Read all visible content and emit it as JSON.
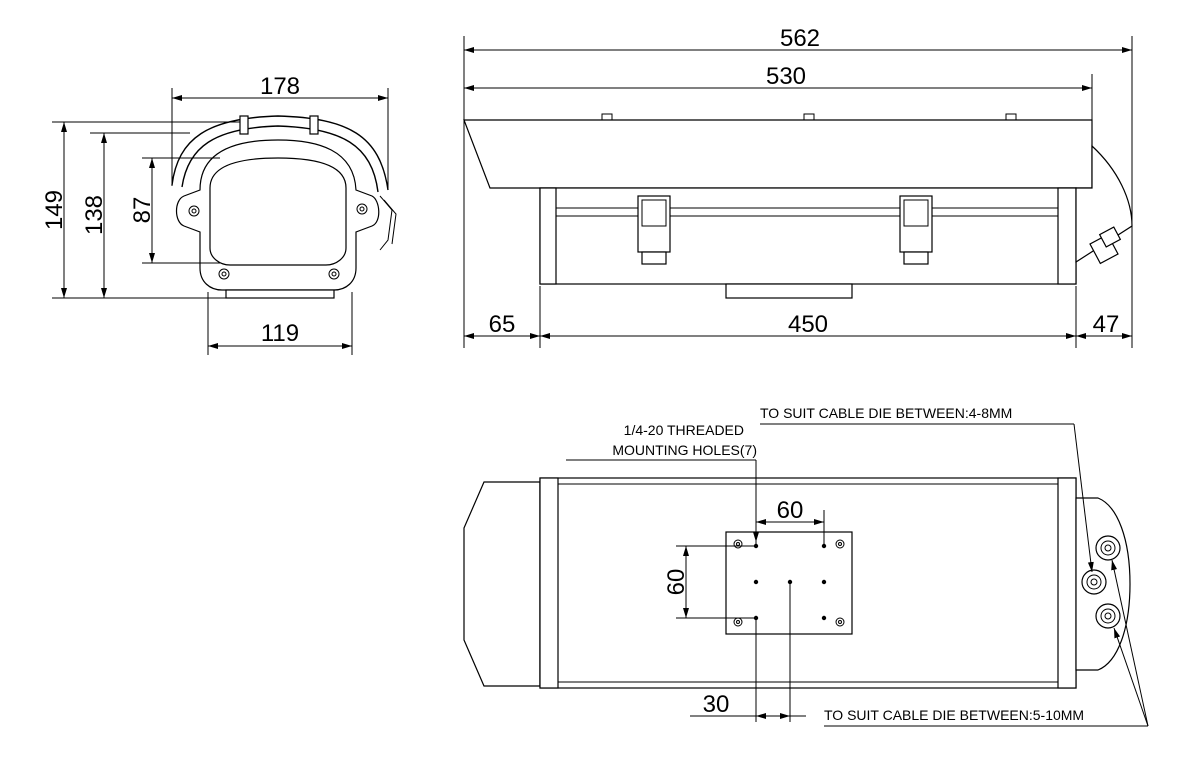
{
  "dimensions": {
    "front_width_top": "178",
    "front_height_total": "149",
    "front_height_body": "138",
    "front_height_window": "87",
    "front_width_base": "119",
    "side_overall_length": "562",
    "side_hood_length": "530",
    "side_front_offset": "65",
    "side_body_length": "450",
    "side_rear_offset": "47",
    "bottom_plate_width": "60",
    "bottom_plate_height": "60",
    "bottom_offset": "30"
  },
  "notes": {
    "mounting_holes_line1": "1/4-20  THREADED",
    "mounting_holes_line2": "MOUNTING HOLES(7)",
    "cable_small": "TO SUIT CABLE DIE BETWEEN:4-8MM",
    "cable_large": "TO SUIT CABLE DIE BETWEEN:5-10MM"
  }
}
